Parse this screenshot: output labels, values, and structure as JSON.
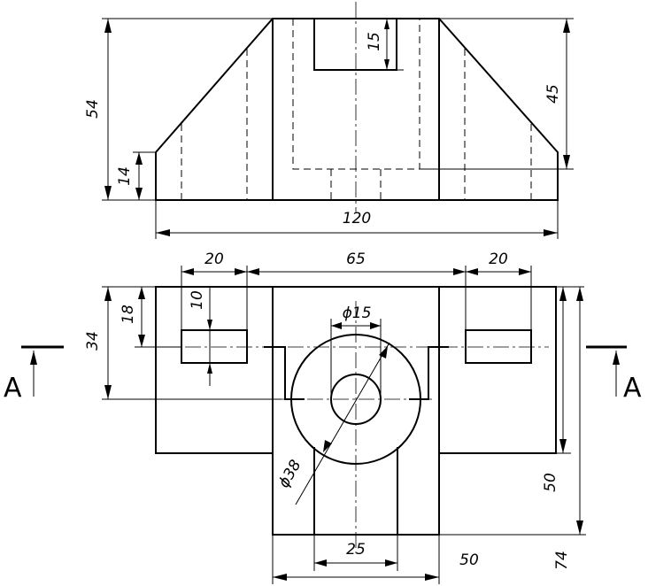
{
  "front_view": {
    "dims": {
      "height_total": "54",
      "height_low": "14",
      "height_right": "45",
      "slot_depth": "15",
      "width_total": "120"
    }
  },
  "top_view": {
    "dims": {
      "left_slot_width": "20",
      "middle_width": "65",
      "right_slot_width": "20",
      "slot_height": "10",
      "slot_offset": "18",
      "center_offset": "34",
      "hole_small": "ϕ15",
      "hole_large": "ϕ38",
      "neck_width": "25",
      "bottom_width": "50",
      "right_height": "50",
      "total_height": "74"
    }
  },
  "section": {
    "left_label": "A",
    "right_label": "A"
  }
}
